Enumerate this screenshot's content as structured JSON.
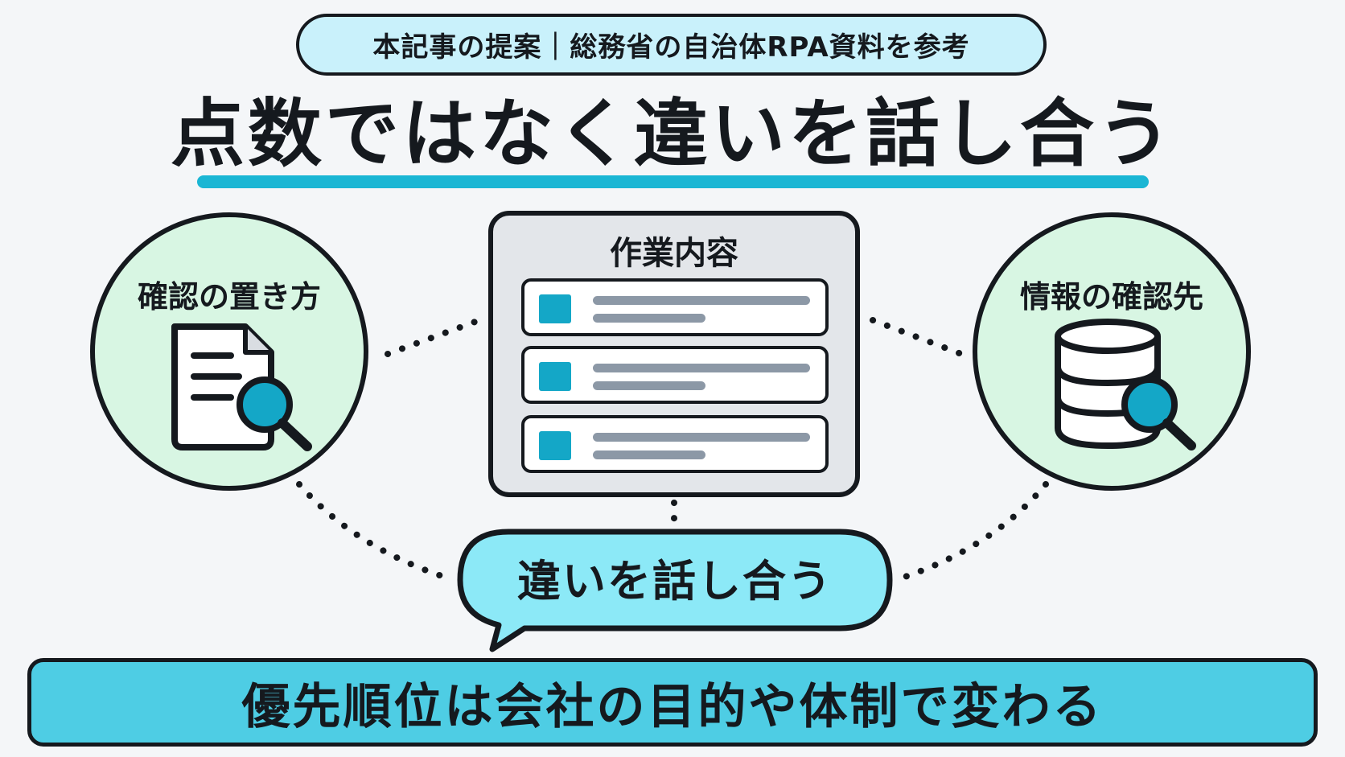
{
  "header": {
    "source_pill": "本記事の提案｜総務省の自治体RPA資料を参考",
    "title": "点数ではなく違いを話し合う"
  },
  "left_node": {
    "label": "確認の置き方",
    "icon": "document-search-icon"
  },
  "right_node": {
    "label": "情報の確認先",
    "icon": "database-search-icon"
  },
  "center_panel": {
    "title": "作業内容",
    "rows": 3
  },
  "bubble": {
    "label": "違いを話し合う"
  },
  "footer": {
    "message": "優先順位は会社の目的や体制で変わる"
  },
  "colors": {
    "ink": "#15191e",
    "accent": "#1ab6d4",
    "pill_bg": "#c9f1fb",
    "circle_bg": "#d8f6e3",
    "panel_bg": "#e3e6ea",
    "bubble_bg": "#8ce9f7",
    "bar_bg": "#4ecde4"
  }
}
